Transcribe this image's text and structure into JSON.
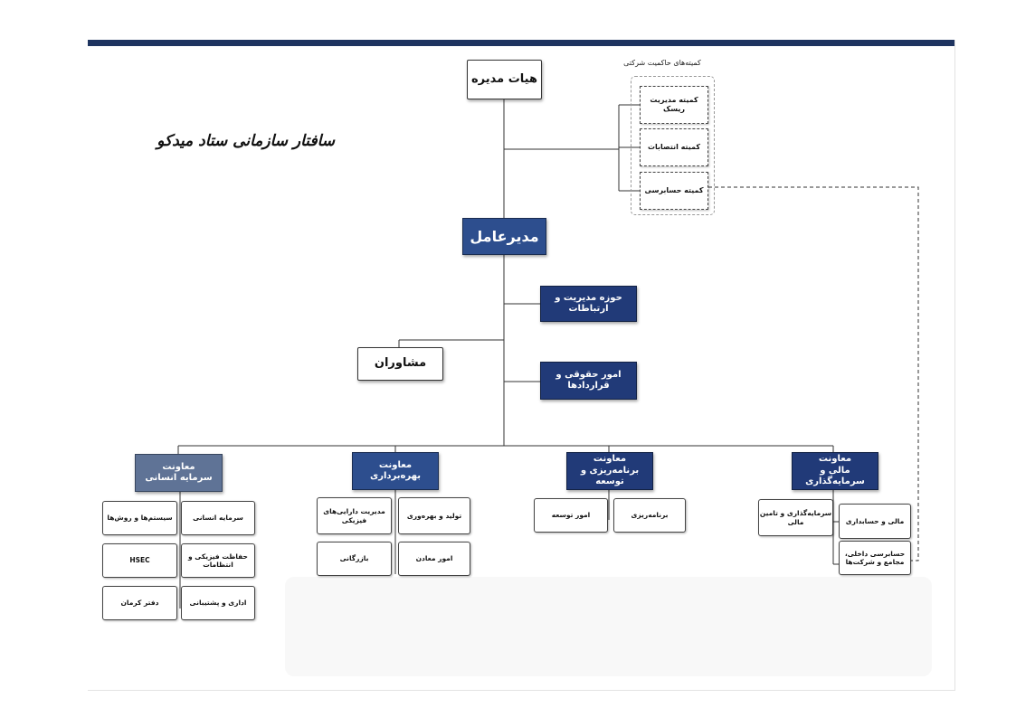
{
  "title": "سافتار سازمانی ستاد میدکو",
  "board": "هیات مدیره",
  "ceo": "مدیرعامل",
  "advisors": "مشاوران",
  "governance": {
    "label": "کمیته‌های حاکمیت شرکتی",
    "committees": [
      "کمیته مدیریت ریسک",
      "کمیته انتصابات",
      "کمیته حسابرسی"
    ]
  },
  "staff_units": [
    "حوزه مدیریت و ارتباطات",
    "امور حقوقی و قراردادها"
  ],
  "deputies": [
    {
      "title": "معاونت",
      "subtitle": "مالی و سرمایه‌گذاری",
      "units": [
        "مالی و حسابداری",
        "سرمایه‌گذاری و تامین مالی",
        "حسابرسی داخلی، مجامع و شرکت‌ها"
      ]
    },
    {
      "title": "معاونت",
      "subtitle": "برنامه‌ریزی و توسعه",
      "units": [
        "برنامه‌ریزی",
        "امور توسعه"
      ]
    },
    {
      "title": "معاونت",
      "subtitle": "بهره‌برداری",
      "units": [
        "تولید و بهره‌وری",
        "مدیریت دارایی‌های فیزیکی",
        "امور معادن",
        "بازرگانی"
      ]
    },
    {
      "title": "معاونت",
      "subtitle": "سرمایه انسانی",
      "units": [
        "سرمایه انسانی",
        "سیستم‌ها و روش‌ها",
        "حفاظت فیزیکی و انتظامات",
        "HSEC",
        "اداری و پشتیبانی",
        "دفتر کرمان"
      ]
    }
  ],
  "colors": {
    "header_bar": "#1e3460",
    "ceo_box": "#2d4e8e",
    "deputy_box": "#213a78"
  }
}
